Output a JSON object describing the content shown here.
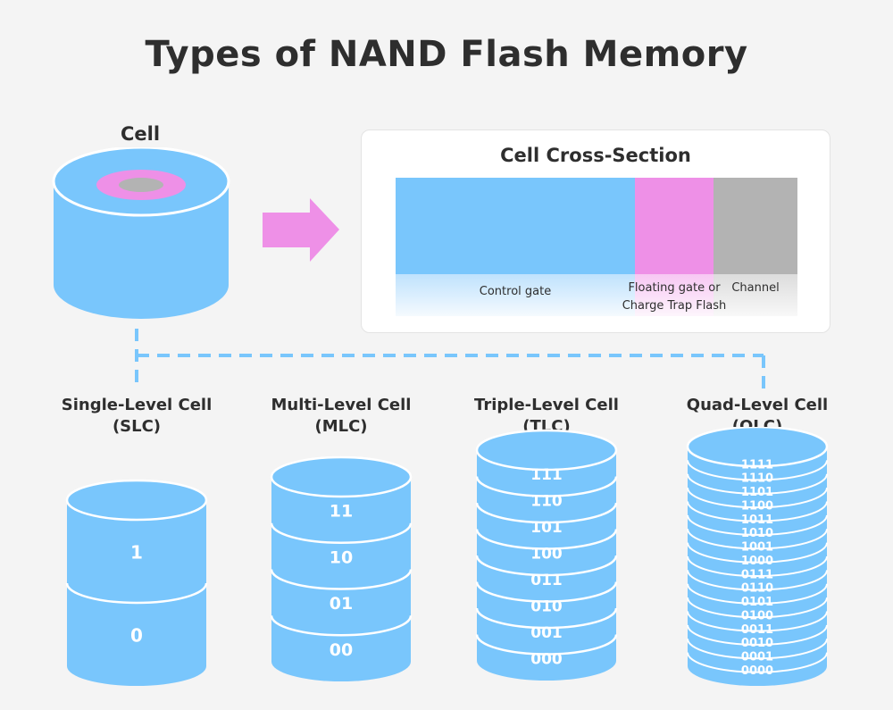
{
  "title": "Types of NAND Flash Memory",
  "cell": {
    "label": "Cell"
  },
  "cross_section": {
    "title": "Cell Cross-Section",
    "layers": [
      {
        "label": "Control gate",
        "color": "#79c6fc"
      },
      {
        "label_line1": "Floating gate or",
        "label_line2": "Charge Trap Flash",
        "color": "#ee90e7"
      },
      {
        "label": "Channel",
        "color": "#b3b3b3"
      }
    ]
  },
  "colors": {
    "cylinder": "#79c6fc",
    "cylinder_edge": "#ffffff",
    "cell_ring": "#ee90e7",
    "cell_core": "#b3b3b3",
    "arrow": "#ee90e7",
    "dashed_line": "#79c6fc"
  },
  "cell_types": [
    {
      "line1": "Single-Level Cell",
      "line2": "(SLC)",
      "values": [
        "1",
        "0"
      ]
    },
    {
      "line1": "Multi-Level Cell",
      "line2": "(MLC)",
      "values": [
        "11",
        "10",
        "01",
        "00"
      ]
    },
    {
      "line1": "Triple-Level Cell",
      "line2": "(TLC)",
      "values": [
        "111",
        "110",
        "101",
        "100",
        "011",
        "010",
        "001",
        "000"
      ]
    },
    {
      "line1": "Quad-Level Cell",
      "line2": "(QLC)",
      "values": [
        "1111",
        "1110",
        "1101",
        "1100",
        "1011",
        "1010",
        "1001",
        "1000",
        "0111",
        "0110",
        "0101",
        "0100",
        "0011",
        "0010",
        "0001",
        "0000"
      ]
    }
  ]
}
